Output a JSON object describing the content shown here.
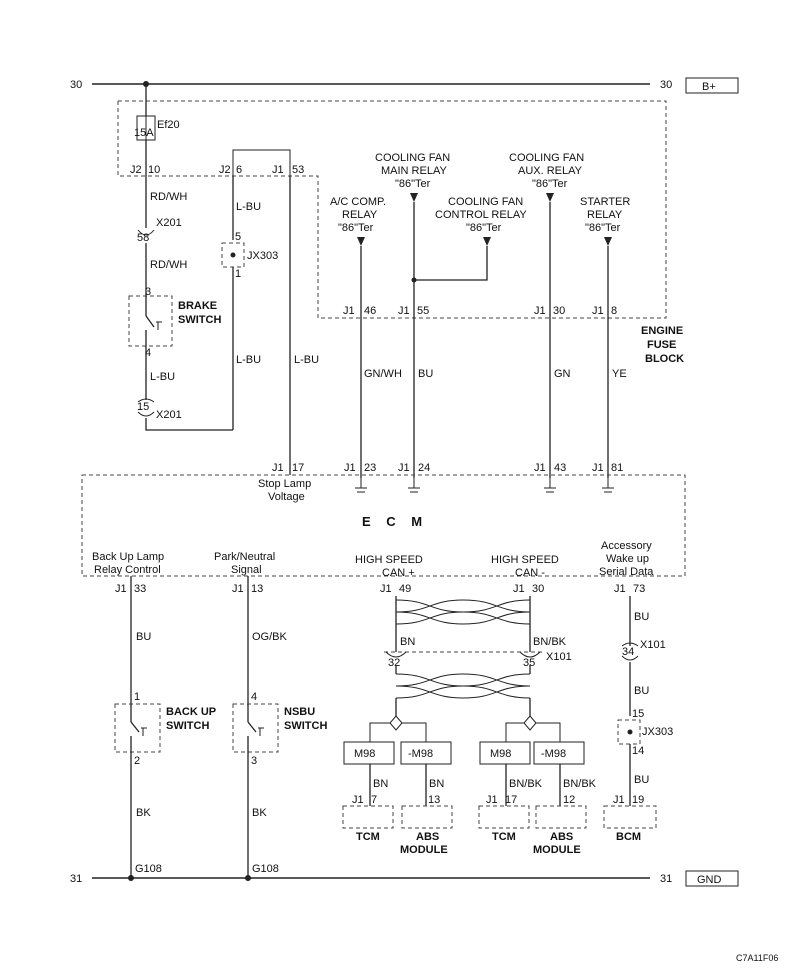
{
  "rails": {
    "top_num": "30",
    "bottom_num": "31",
    "top_label": "B+",
    "bottom_label": "GND"
  },
  "fuse": {
    "name": "Ef20",
    "rating": "15A"
  },
  "fuse_block": {
    "line1": "ENGINE",
    "line2": "FUSE",
    "line3": "BLOCK"
  },
  "conn_top": {
    "a": "J2",
    "a_pin": "10",
    "b": "J2",
    "b_pin": "6",
    "c": "J1",
    "c_pin": "53"
  },
  "brake": {
    "w1": "RD/WH",
    "x201_top": "58",
    "x201": "X201",
    "w2": "RD/WH",
    "pin3": "3",
    "pin4": "4",
    "name1": "BRAKE",
    "name2": "SWITCH",
    "w3": "L-BU",
    "x201_bot": "15",
    "x201b": "X201"
  },
  "jx303_top": {
    "w": "L-BU",
    "pin5": "5",
    "pin1": "1",
    "name": "JX303",
    "w2": "L-BU"
  },
  "stop_wire": "L-BU",
  "relays": {
    "ac": {
      "l1": "A/C COMP.",
      "l2": "RELAY",
      "l3": "\"86\"Ter"
    },
    "main": {
      "l1": "COOLING FAN",
      "l2": "MAIN RELAY",
      "l3": "\"86\"Ter"
    },
    "ctrl": {
      "l1": "COOLING FAN",
      "l2": "CONTROL RELAY",
      "l3": "\"86\"Ter"
    },
    "aux": {
      "l1": "COOLING FAN",
      "l2": "AUX. RELAY",
      "l3": "\"86\"Ter"
    },
    "starter": {
      "l1": "STARTER",
      "l2": "RELAY",
      "l3": "\"86\"Ter"
    }
  },
  "fb_pins": [
    {
      "c": "J1",
      "p": "46",
      "w": "GN/WH"
    },
    {
      "c": "J1",
      "p": "55",
      "w": "BU"
    },
    {
      "c": "J1",
      "p": "30",
      "w": "GN"
    },
    {
      "c": "J1",
      "p": "8",
      "w": "YE"
    }
  ],
  "ecm": {
    "title": "E C M",
    "top_pins": [
      {
        "c": "J1",
        "p": "17"
      },
      {
        "c": "J1",
        "p": "23"
      },
      {
        "c": "J1",
        "p": "24"
      },
      {
        "c": "J1",
        "p": "43"
      },
      {
        "c": "J1",
        "p": "81"
      }
    ],
    "stop1": "Stop Lamp",
    "stop2": "Voltage",
    "s1a": "Back Up Lamp",
    "s1b": "Relay Control",
    "s2a": "Park/Neutral",
    "s2b": "Signal",
    "s3a": "HIGH SPEED",
    "s3b": "CAN +",
    "s4a": "HIGH SPEED",
    "s4b": "CAN -",
    "s5a": "Accessory",
    "s5b": "Wake up",
    "s5c": "Serial Data",
    "bot_pins": [
      {
        "c": "J1",
        "p": "33"
      },
      {
        "c": "J1",
        "p": "13"
      },
      {
        "c": "J1",
        "p": "49"
      },
      {
        "c": "J1",
        "p": "30"
      },
      {
        "c": "J1",
        "p": "73"
      }
    ]
  },
  "backup": {
    "w1": "BU",
    "p1": "1",
    "p2": "2",
    "n1": "BACK UP",
    "n2": "SWITCH",
    "w2": "BK",
    "g": "G108"
  },
  "nsbu": {
    "w1": "OG/BK",
    "p1": "4",
    "p2": "3",
    "n1": "NSBU",
    "n2": "SWITCH",
    "w2": "BK",
    "g": "G108"
  },
  "can": {
    "bn": "BN",
    "bnbk": "BN/BK",
    "p32": "32",
    "p35": "35",
    "x101": "X101"
  },
  "modules": {
    "m98": "M98",
    "nm98": "-M98",
    "w_bn": "BN",
    "w_bnbk": "BN/BK",
    "tcm": "TCM",
    "abs1": "ABS",
    "abs2": "MODULE",
    "pins": [
      {
        "c": "J1",
        "p": "7"
      },
      {
        "p": "13"
      },
      {
        "c": "J1",
        "p": "17"
      },
      {
        "p": "12"
      }
    ]
  },
  "bcm": {
    "w1": "BU",
    "x101_pin": "34",
    "x101": "X101",
    "w2": "BU",
    "j15": "15",
    "j14": "14",
    "jx": "JX303",
    "w3": "BU",
    "c": "J1",
    "p": "19",
    "name": "BCM"
  },
  "figure_code": "C7A11F06"
}
